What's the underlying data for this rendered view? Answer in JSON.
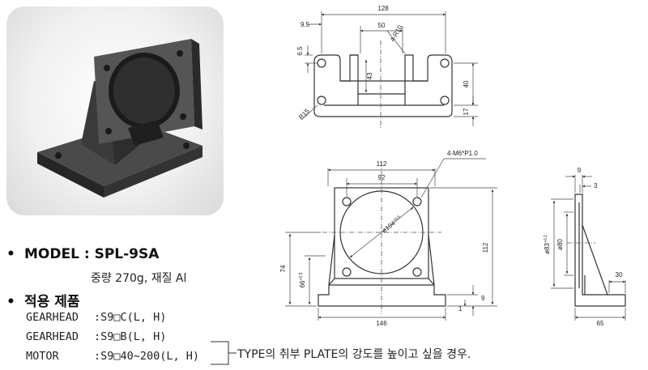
{
  "model": {
    "label": "MODEL",
    "sep": ":",
    "value": "SPL-9SA",
    "bullet": "•"
  },
  "spec": "중량 270g, 재질 Al",
  "apply": {
    "title": "적용 제품",
    "bullet": "•"
  },
  "applications": [
    {
      "name": "GEARHEAD",
      "code": ":S9□C(L, H)"
    },
    {
      "name": "GEARHEAD",
      "code": ":S9□B(L, H)"
    },
    {
      "name": "MOTOR",
      "code": ":S9□40~200(L, H)"
    }
  ],
  "note": "TYPE의 취부 PLATE의 강도를 높이고 싶을 경우.",
  "drawing": {
    "top_view": {
      "w": "128",
      "slot": "50",
      "edge": "9.5",
      "hole_v": "6.5",
      "radius_note": "4-R10",
      "depth": "43",
      "h": "40",
      "base": "17",
      "corner": "R15"
    },
    "front_view": {
      "w_outer": "112",
      "w_holes": "92",
      "thread_note": "4-M6*P1.0",
      "bore": "ø104",
      "bore_tol": "+0.5",
      "h_total": "112",
      "h_left": "74",
      "h_center": "66",
      "h_center_tol": "+0.5",
      "base_w": "146",
      "base_h": "9",
      "gap": "1"
    },
    "side_view": {
      "t": "9",
      "t2": "3",
      "d_pilot": "ø83",
      "d_pilot_tol": "+0.2",
      "d_inner": "ø80",
      "foot": "30",
      "depth": "65"
    }
  }
}
